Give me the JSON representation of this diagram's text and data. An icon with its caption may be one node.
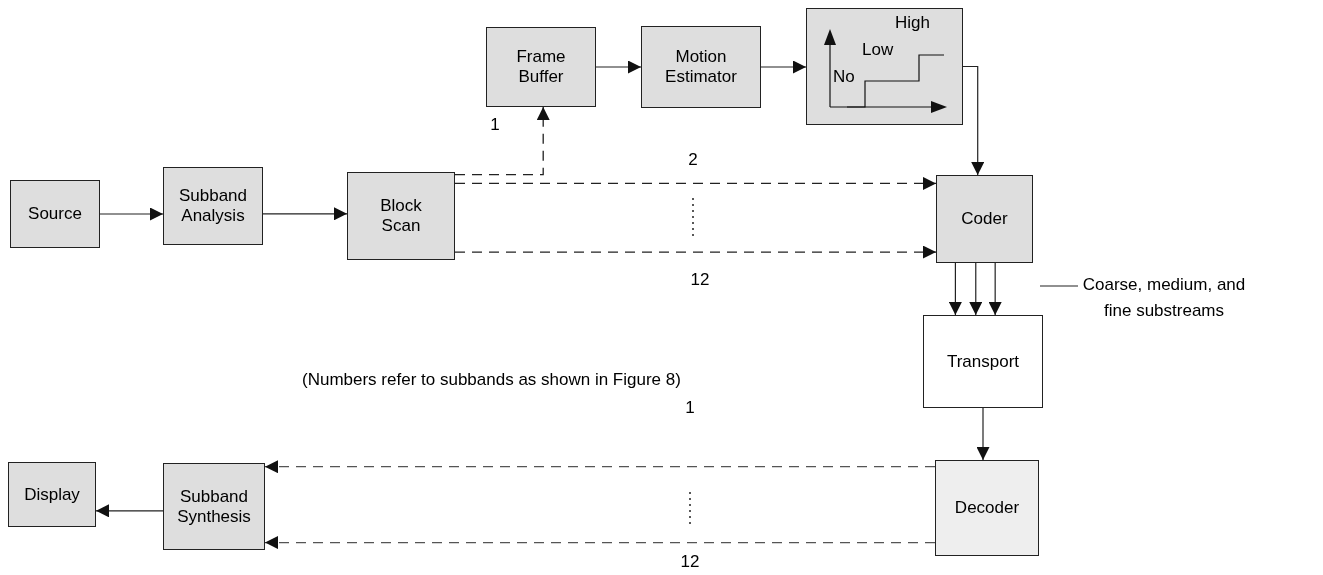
{
  "diagram": {
    "nodes": [
      {
        "text": [
          "Source"
        ]
      },
      {
        "text": [
          "Subband Analysis"
        ]
      },
      {
        "text": [
          "Block Scan"
        ]
      },
      {
        "text": [
          "Frame Buffer"
        ]
      },
      {
        "text": [
          "Motion Estimator"
        ]
      },
      {
        "text": [
          "High",
          "Low",
          "No"
        ]
      },
      {
        "text": [
          "Coder"
        ]
      },
      {
        "text": [
          "Transport"
        ]
      },
      {
        "text": [
          "Decoder"
        ]
      },
      {
        "text": [
          "Display"
        ]
      },
      {
        "text": [
          "Subband Synthesis"
        ]
      },
      {
        "text": [
          "Coarse, medium, and fine substreams"
        ]
      }
    ],
    "edges": [
      {
        "from": 0,
        "to": 1,
        "arrow": "to"
      },
      {
        "from": 1,
        "to": 2,
        "arrow": "to"
      },
      {
        "from": 2,
        "to": 3,
        "arrow": "to",
        "label": "1",
        "style": "dashed"
      },
      {
        "from": 3,
        "to": 4,
        "arrow": "to"
      },
      {
        "from": 4,
        "to": 5,
        "arrow": "to"
      },
      {
        "from": 5,
        "to": 6,
        "arrow": "to"
      },
      {
        "from": 2,
        "to": 6,
        "arrow": "to",
        "label": "2",
        "style": "dashed"
      },
      {
        "from": 2,
        "to": 6,
        "arrow": "to",
        "label": "12",
        "style": "dashed"
      },
      {
        "from": 6,
        "to": 7,
        "arrow": "to"
      },
      {
        "from": 6,
        "to": 7,
        "arrow": "to"
      },
      {
        "from": 6,
        "to": 7,
        "arrow": "to"
      },
      {
        "from": 7,
        "to": 8,
        "arrow": "to"
      },
      {
        "from": 8,
        "to": 10,
        "arrow": "to",
        "label": "1",
        "style": "dashed"
      },
      {
        "from": 8,
        "to": 10,
        "arrow": "to",
        "label": "12",
        "style": "dashed"
      },
      {
        "from": 10,
        "to": 9,
        "arrow": "to"
      },
      {
        "from": 11,
        "to": null,
        "arrow": "none"
      }
    ],
    "labels": [
      "(Numbers refer to subbands as shown in Figure 8)"
    ]
  }
}
